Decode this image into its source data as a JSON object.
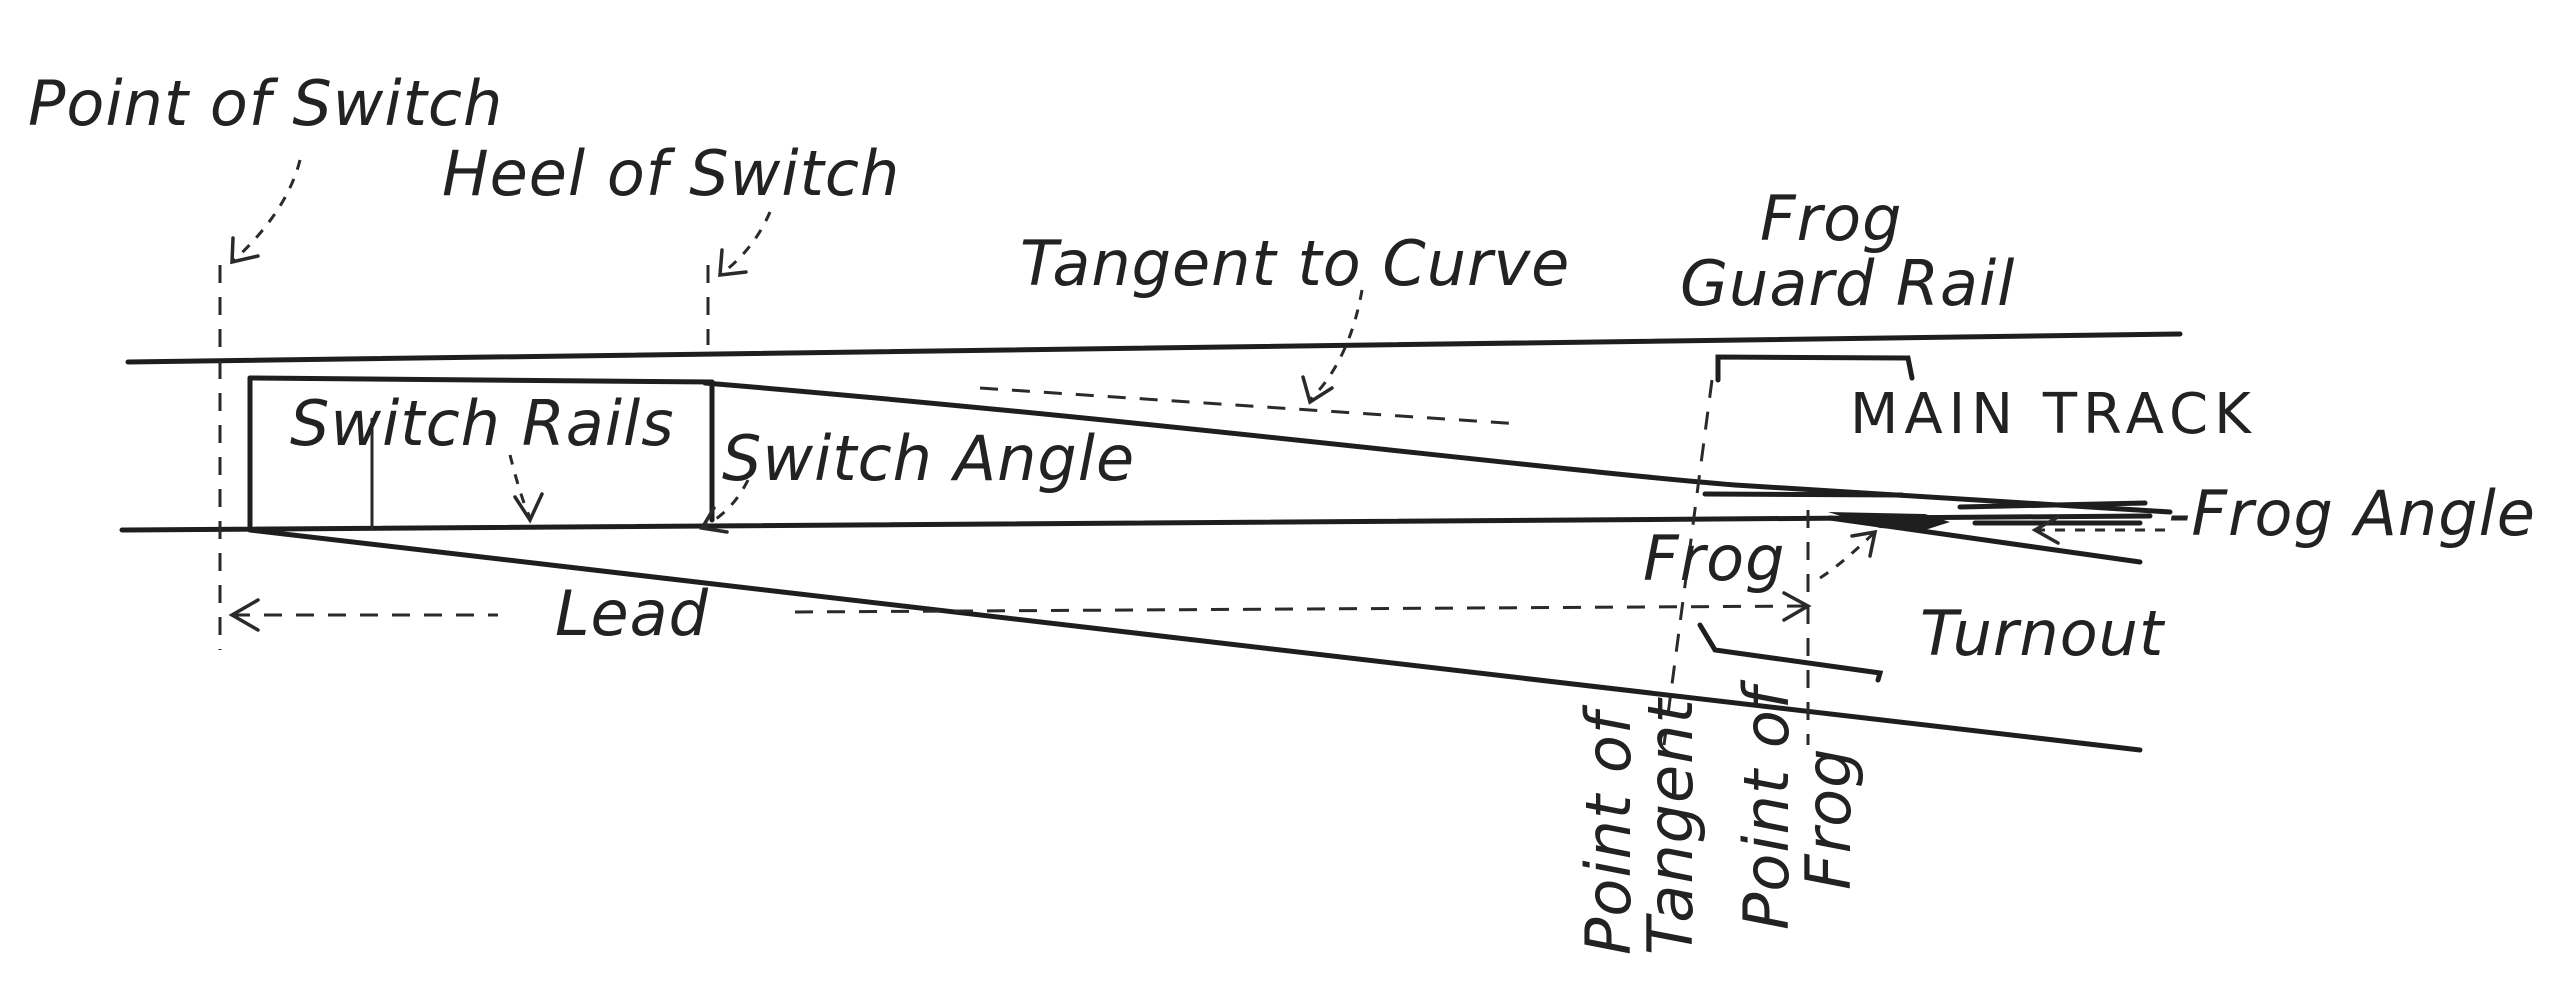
{
  "diagram": {
    "labels": {
      "point_of_switch": "Point of Switch",
      "heel_of_switch": "Heel of Switch",
      "tangent_to_curve": "Tangent to Curve",
      "frog": "Frog",
      "guard_rail": "Guard Rail",
      "main_track": "MAIN TRACK",
      "switch_rails": "Switch Rails",
      "switch_angle": "Switch Angle",
      "frog_angle": "-Frog Angle",
      "frog_point_label": "Frog",
      "lead": "Lead",
      "turnout": "Turnout",
      "point_of_tangent_line1": "Point of",
      "point_of_tangent_line2": "Tangent",
      "point_of_frog_line1": "Point of",
      "point_of_frog_line2": "Frog"
    },
    "colors": {
      "ink": "#1e1e1e",
      "paper": "#ffffff"
    }
  }
}
